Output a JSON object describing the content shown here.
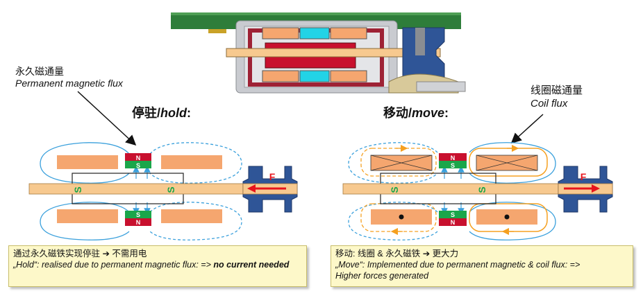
{
  "labels": {
    "perm_flux_cn": "永久磁通量",
    "perm_flux_en": "Permanent magnetic flux",
    "coil_flux_cn": "线圈磁通量",
    "coil_flux_en": "Coil flux"
  },
  "left_panel": {
    "title_cn": "停驻/",
    "title_en": "hold",
    "title_suffix": ":",
    "force_label": "F",
    "pole_n": "N",
    "pole_s": "S",
    "shaft_s": "S",
    "note_line1": "通过永久磁铁实现停驻 ➔ 不需用电",
    "note_line2_a": "„Hold“: realised due to permanent magnetic flux: => ",
    "note_line2_b": "no current needed"
  },
  "right_panel": {
    "title_cn": "移动/",
    "title_en": "move",
    "title_suffix": ":",
    "force_label": "F",
    "pole_n": "N",
    "pole_s": "S",
    "shaft_s": "S",
    "note_line1": "移动: 线圈 & 永久磁铁 ➔ 更大力",
    "note_line2": "„Move“: Implemented due to permanent magnetic & coil flux: =>",
    "note_line3": "Higher forces generated"
  },
  "colors": {
    "coil": "#f5a66f",
    "shaft": "#f7c98f",
    "magnet_red": "#c8102e",
    "magnet_green": "#1aa64a",
    "flux_blue": "#3aa0dc",
    "flux_orange": "#f5a020",
    "force_red": "#e8141c",
    "bracket": "#2f5597",
    "pcb_green": "#2e7d3a",
    "cyan": "#22d3e6",
    "note_bg": "#fdf8c9"
  }
}
